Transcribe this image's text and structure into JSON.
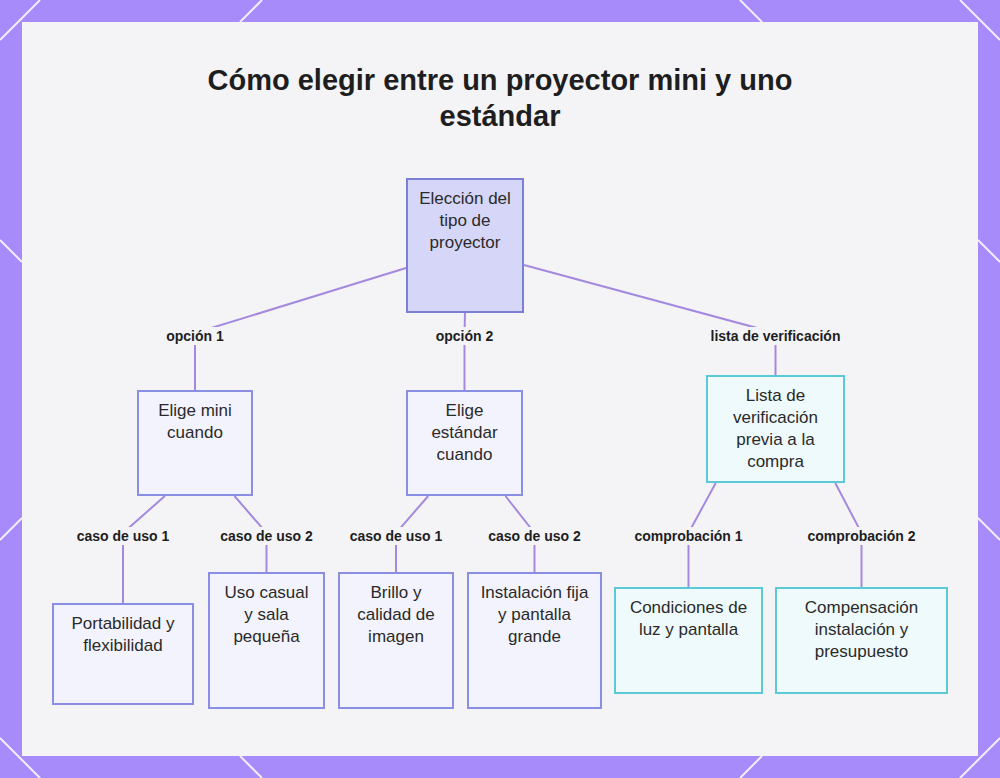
{
  "diagram": {
    "title": "Cómo elegir entre un proyector mini y uno estándar",
    "nodes": [
      {
        "text": [
          "Elección del tipo de proyector"
        ]
      },
      {
        "text": [
          "Elige mini cuando"
        ]
      },
      {
        "text": [
          "Elige estándar cuando"
        ]
      },
      {
        "text": [
          "Lista de verificación previa a la compra"
        ]
      },
      {
        "text": [
          "Portabilidad y flexibilidad"
        ]
      },
      {
        "text": [
          "Uso casual y sala pequeña"
        ]
      },
      {
        "text": [
          "Brillo y calidad de imagen"
        ]
      },
      {
        "text": [
          "Instalación fija y pantalla grande"
        ]
      },
      {
        "text": [
          "Condiciones de luz y pantalla"
        ]
      },
      {
        "text": [
          "Compensación instalación y presupuesto"
        ]
      }
    ],
    "edges": [
      {
        "from": 0,
        "to": 1,
        "label": "opción 1",
        "arrow": "none"
      },
      {
        "from": 0,
        "to": 2,
        "label": "opción 2",
        "arrow": "none"
      },
      {
        "from": 0,
        "to": 3,
        "label": "lista de verificación",
        "arrow": "none"
      },
      {
        "from": 1,
        "to": 4,
        "label": "caso de uso 1",
        "arrow": "none"
      },
      {
        "from": 1,
        "to": 5,
        "label": "caso de uso 2",
        "arrow": "none"
      },
      {
        "from": 2,
        "to": 6,
        "label": "caso de uso 1",
        "arrow": "none"
      },
      {
        "from": 2,
        "to": 7,
        "label": "caso de uso 2",
        "arrow": "none"
      },
      {
        "from": 3,
        "to": 8,
        "label": "comprobación 1",
        "arrow": "none"
      },
      {
        "from": 3,
        "to": 9,
        "label": "comprobación 2",
        "arrow": "none"
      }
    ]
  }
}
